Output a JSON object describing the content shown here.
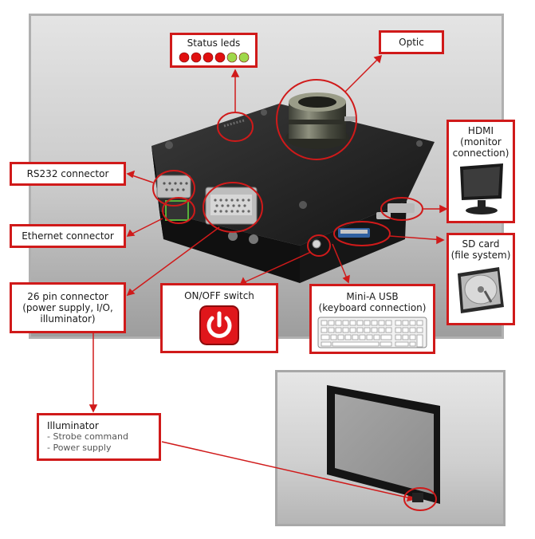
{
  "labels": {
    "status_leds": "Status leds",
    "optic": "Optic",
    "hdmi": [
      "HDMI",
      "(monitor",
      "connection)"
    ],
    "rs232": "RS232 connector",
    "ethernet": "Ethernet connector",
    "sd_card": [
      "SD card",
      "(file system)"
    ],
    "pin26": [
      "26 pin connector",
      "(power supply, I/O,",
      "illuminator)"
    ],
    "onoff": "ON/OFF switch",
    "mini_usb": [
      "Mini-A USB",
      "(keyboard connection)"
    ],
    "illuminator_title": "Illuminator",
    "illuminator_items": [
      "- Strobe command",
      "- Power supply"
    ]
  },
  "leds": [
    "#e01010",
    "#e01010",
    "#e01010",
    "#e01010",
    "#9ed84a",
    "#9ed84a"
  ],
  "colors": {
    "accent_red": "#d01a1a",
    "device_body": "#1b1b1b",
    "panel_gray": "#c9c9c9"
  },
  "icons": {
    "power": "power-button-icon",
    "monitor": "monitor-icon",
    "hard_drive": "hard-drive-icon",
    "keyboard": "keyboard-icon"
  }
}
